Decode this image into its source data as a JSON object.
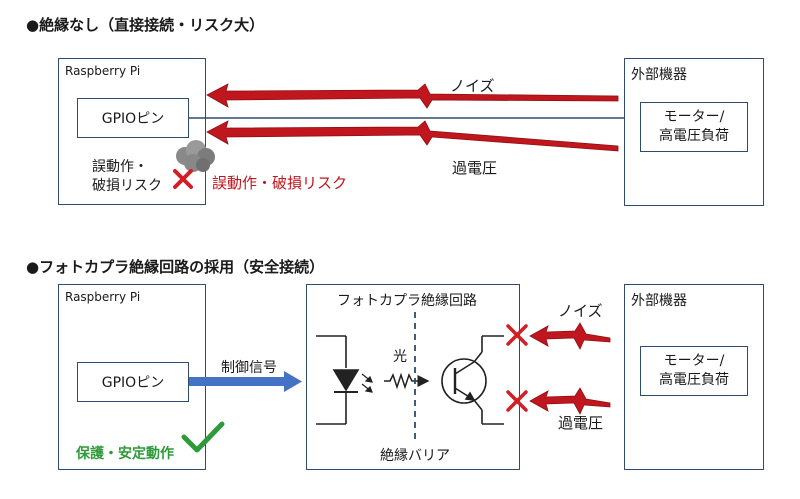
{
  "section1": {
    "heading": "●絶縁なし（直接接続・リスク大）",
    "pi_title": "Raspberry Pi",
    "gpio_label": "GPIOピン",
    "device_title": "外部機器",
    "load_line1": "モーター/",
    "load_line2": "高電圧負荷",
    "noise_label": "ノイズ",
    "overvoltage_label": "過電圧",
    "damage_line1": "誤動作・",
    "damage_line2": "破損リスク",
    "risk_label": "誤動作・破損リスク"
  },
  "section2": {
    "heading": "●フォトカプラ絶縁回路の採用（安全接続）",
    "pi_title": "Raspberry Pi",
    "gpio_label": "GPIOピン",
    "control_signal_label": "制御信号",
    "coupler_title": "フォトカプラ絶縁回路",
    "light_label": "光",
    "barrier_label": "絶縁バリア",
    "device_title": "外部機器",
    "load_line1": "モーター/",
    "load_line2": "高電圧負荷",
    "noise_label": "ノイズ",
    "overvoltage_label": "過電圧",
    "safe_label": "保護・安定動作"
  },
  "colors": {
    "box_border": "#2f4a6b",
    "danger_red": "#c0161d",
    "signal_blue": "#4472c4",
    "ok_green": "#2e9a3a"
  }
}
